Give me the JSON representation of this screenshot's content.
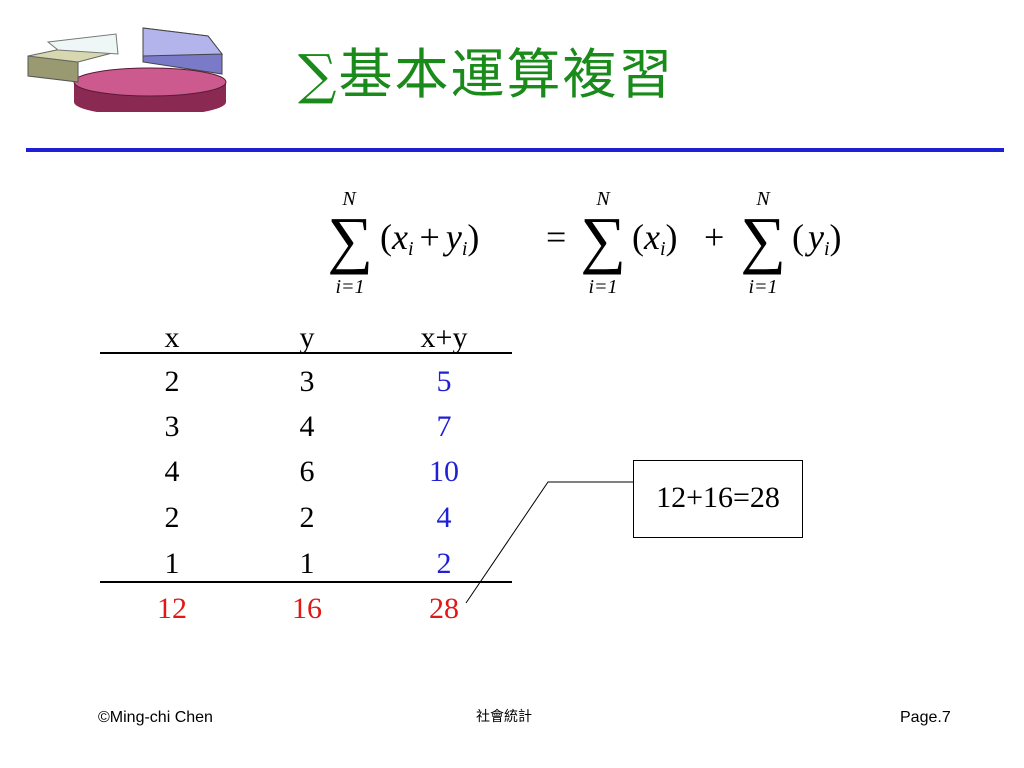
{
  "slide": {
    "title": "∑基本運算複習"
  },
  "formula": {
    "upper": "N",
    "lower": "i=1",
    "lhs_open": "(",
    "x": "x",
    "plus": "+",
    "y": "y",
    "sub": "i",
    "close": ")",
    "equals": "=",
    "rhs_plus": "+"
  },
  "table": {
    "headers": [
      "x",
      "y",
      "x+y"
    ],
    "rows": [
      [
        "2",
        "3",
        "5"
      ],
      [
        "3",
        "4",
        "7"
      ],
      [
        "4",
        "6",
        "10"
      ],
      [
        "2",
        "2",
        "4"
      ],
      [
        "1",
        "1",
        "2"
      ]
    ],
    "totals": [
      "12",
      "16",
      "28"
    ]
  },
  "callout": {
    "text": "12+16=28"
  },
  "footer": {
    "left": "©Ming-chi Chen",
    "center": "社會統計",
    "right": "Page.7"
  },
  "colors": {
    "title": "#1a8a1a",
    "rule": "#1f1fd6",
    "sum_column": "#1f1fd6",
    "totals": "#e01818"
  },
  "icons": {
    "logo": "3d-pie-chart-icon"
  }
}
